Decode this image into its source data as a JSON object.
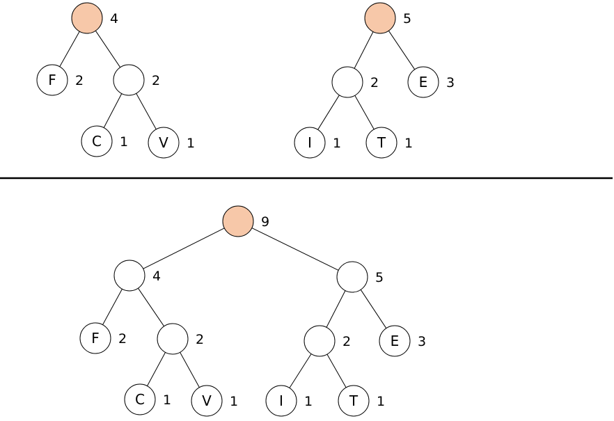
{
  "colors": {
    "root_fill": "#f7c8a9",
    "node_fill": "#ffffff",
    "stroke": "#000000"
  },
  "trees": [
    {
      "id": "tree-left-top",
      "nodes": [
        {
          "id": "r",
          "letter": "",
          "weight": "4",
          "root": true
        },
        {
          "id": "f",
          "letter": "F",
          "weight": "2",
          "parent": "r"
        },
        {
          "id": "n",
          "letter": "",
          "weight": "2",
          "parent": "r"
        },
        {
          "id": "c",
          "letter": "C",
          "weight": "1",
          "parent": "n"
        },
        {
          "id": "v",
          "letter": "V",
          "weight": "1",
          "parent": "n"
        }
      ]
    },
    {
      "id": "tree-right-top",
      "nodes": [
        {
          "id": "r",
          "letter": "",
          "weight": "5",
          "root": true
        },
        {
          "id": "n",
          "letter": "",
          "weight": "2",
          "parent": "r"
        },
        {
          "id": "e",
          "letter": "E",
          "weight": "3",
          "parent": "r"
        },
        {
          "id": "i",
          "letter": "I",
          "weight": "1",
          "parent": "n"
        },
        {
          "id": "t",
          "letter": "T",
          "weight": "1",
          "parent": "n"
        }
      ]
    },
    {
      "id": "tree-merged",
      "nodes": [
        {
          "id": "r",
          "letter": "",
          "weight": "9",
          "root": true
        },
        {
          "id": "a",
          "letter": "",
          "weight": "4",
          "parent": "r"
        },
        {
          "id": "b",
          "letter": "",
          "weight": "5",
          "parent": "r"
        },
        {
          "id": "f",
          "letter": "F",
          "weight": "2",
          "parent": "a"
        },
        {
          "id": "n1",
          "letter": "",
          "weight": "2",
          "parent": "a"
        },
        {
          "id": "c",
          "letter": "C",
          "weight": "1",
          "parent": "n1"
        },
        {
          "id": "v",
          "letter": "V",
          "weight": "1",
          "parent": "n1"
        },
        {
          "id": "n2",
          "letter": "",
          "weight": "2",
          "parent": "b"
        },
        {
          "id": "e",
          "letter": "E",
          "weight": "3",
          "parent": "b"
        },
        {
          "id": "i",
          "letter": "I",
          "weight": "1",
          "parent": "n2"
        },
        {
          "id": "t",
          "letter": "T",
          "weight": "1",
          "parent": "n2"
        }
      ]
    }
  ]
}
